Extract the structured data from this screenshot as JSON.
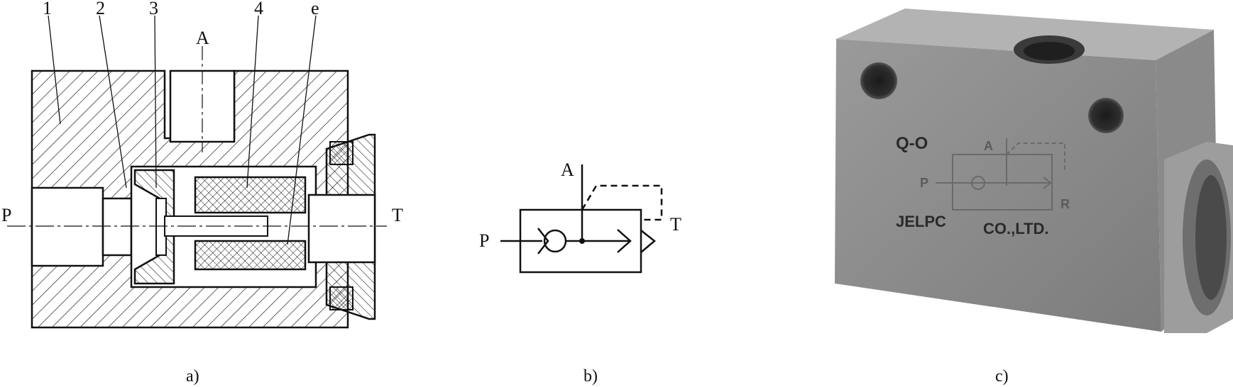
{
  "figure_a": {
    "part_numbers": [
      "1",
      "2",
      "3",
      "4",
      "e"
    ],
    "port_top": "A",
    "port_left": "P",
    "port_right": "T",
    "caption": "a)"
  },
  "figure_b": {
    "port_top": "A",
    "port_left": "P",
    "port_right": "T",
    "caption": "b)"
  },
  "figure_c": {
    "model": "Q-O",
    "port_top": "A",
    "port_left": "P",
    "port_right": "R",
    "maker": "JELPC",
    "maker_suffix": "CO.,LTD.",
    "caption": "c)"
  },
  "colors": {
    "line": "#111111",
    "photo_body": "#8f8f8f",
    "photo_top": "#a6a6a6",
    "photo_dark": "#2a2a2a"
  }
}
